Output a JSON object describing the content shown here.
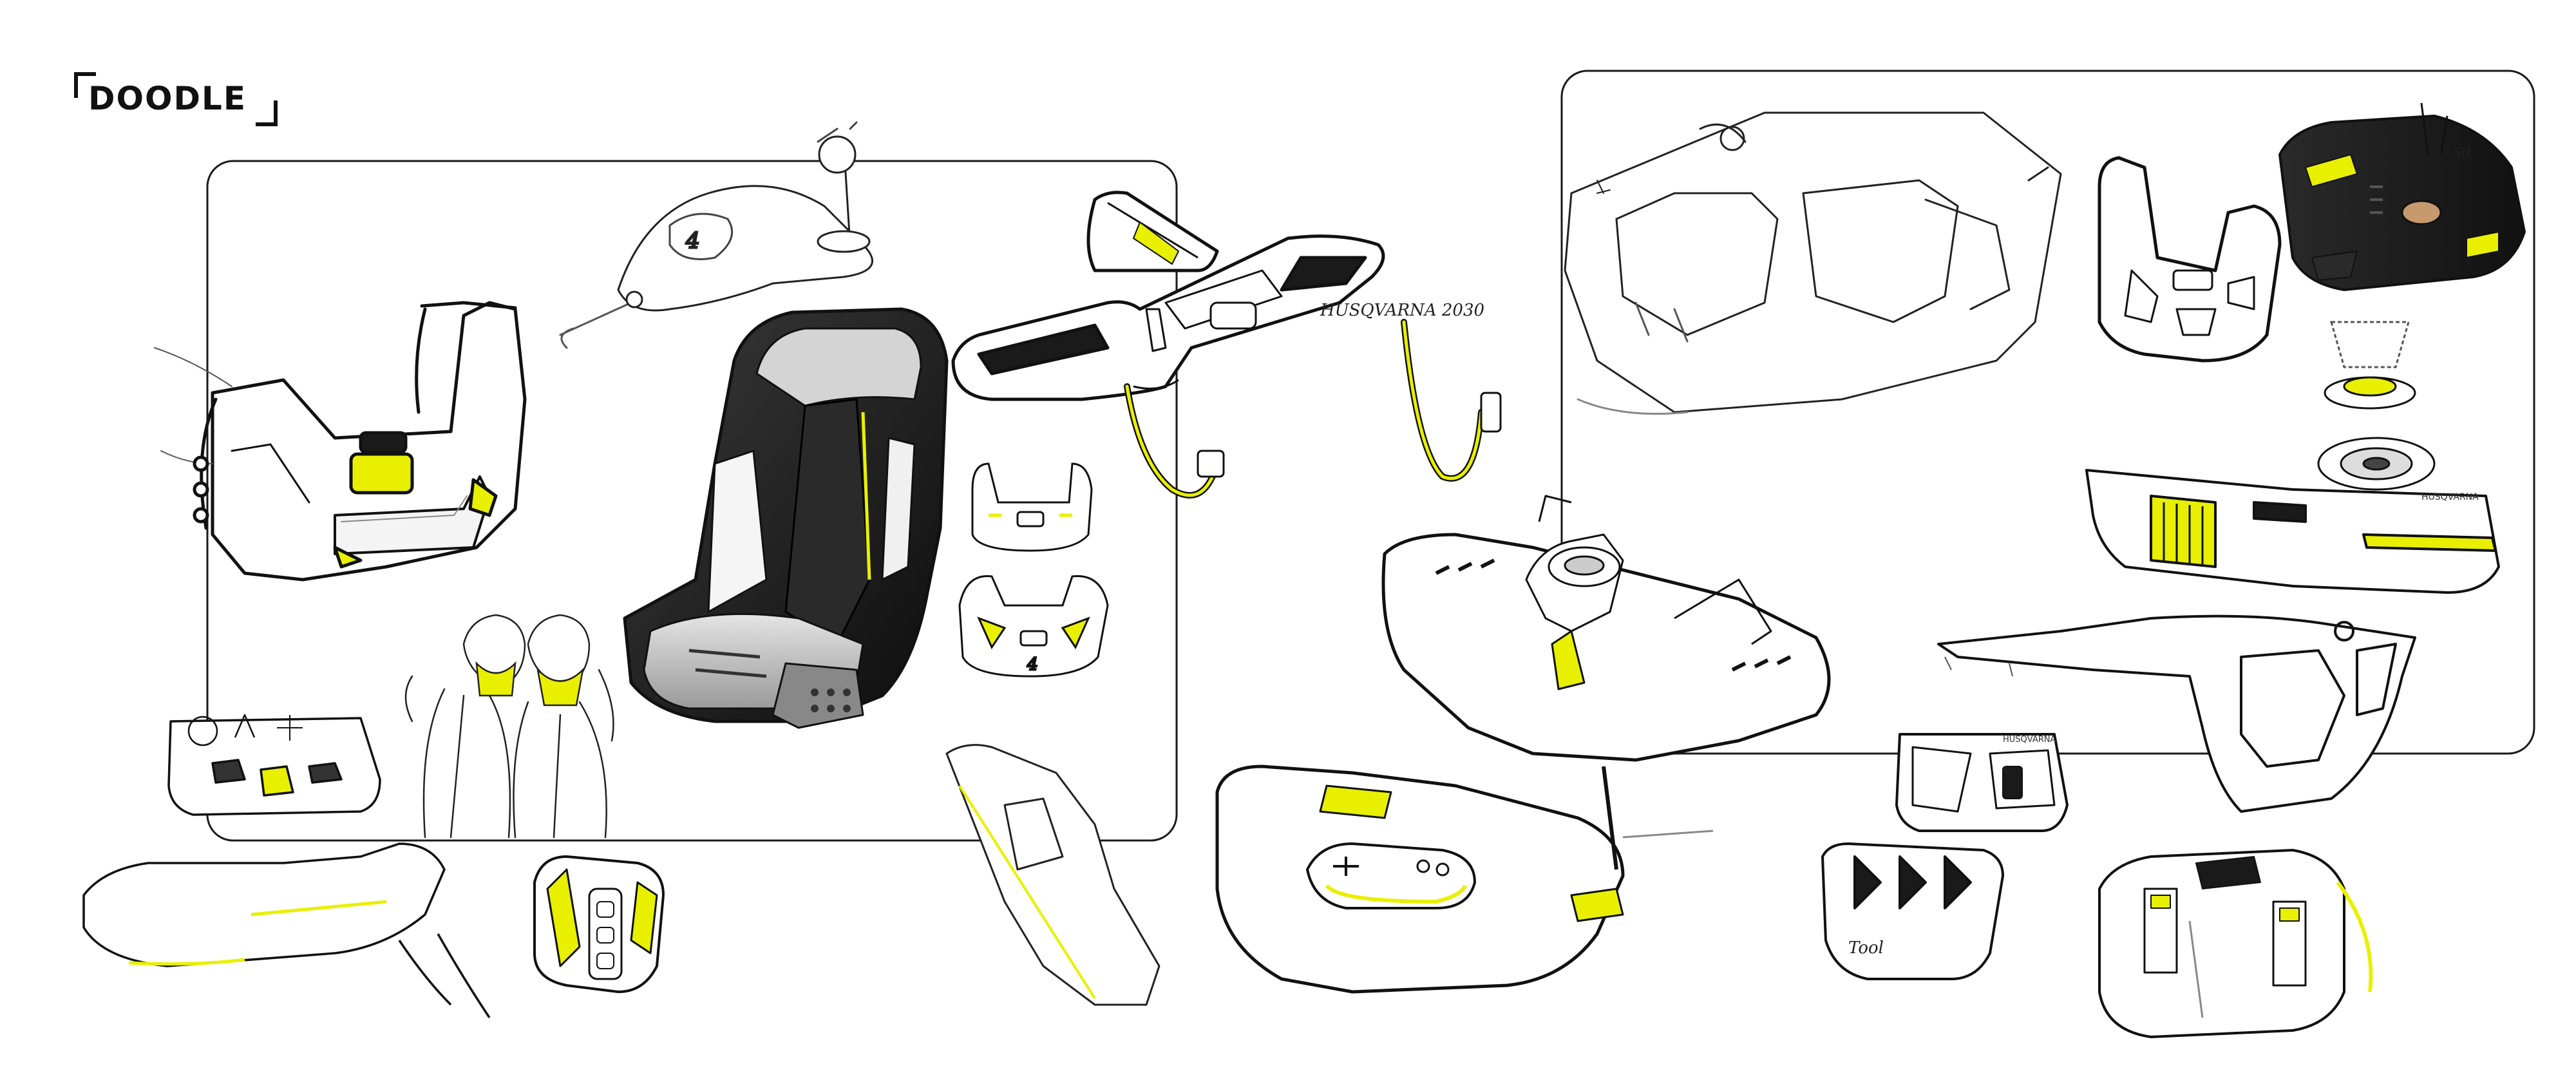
{
  "header": {
    "title": "DOODLE"
  },
  "annotations": {
    "brand_text_1": "HUSQVARNA 2030",
    "brand_text_2": "HUSQVARNA",
    "brand_text_3": "HUSQVARNA",
    "tool_label": "Tool",
    "gauge_text": "50"
  },
  "colors": {
    "accent": "#e8f000",
    "ink": "#111111",
    "seat_dark": "#1a1a1a",
    "seat_gray": "#7a7a7a"
  }
}
